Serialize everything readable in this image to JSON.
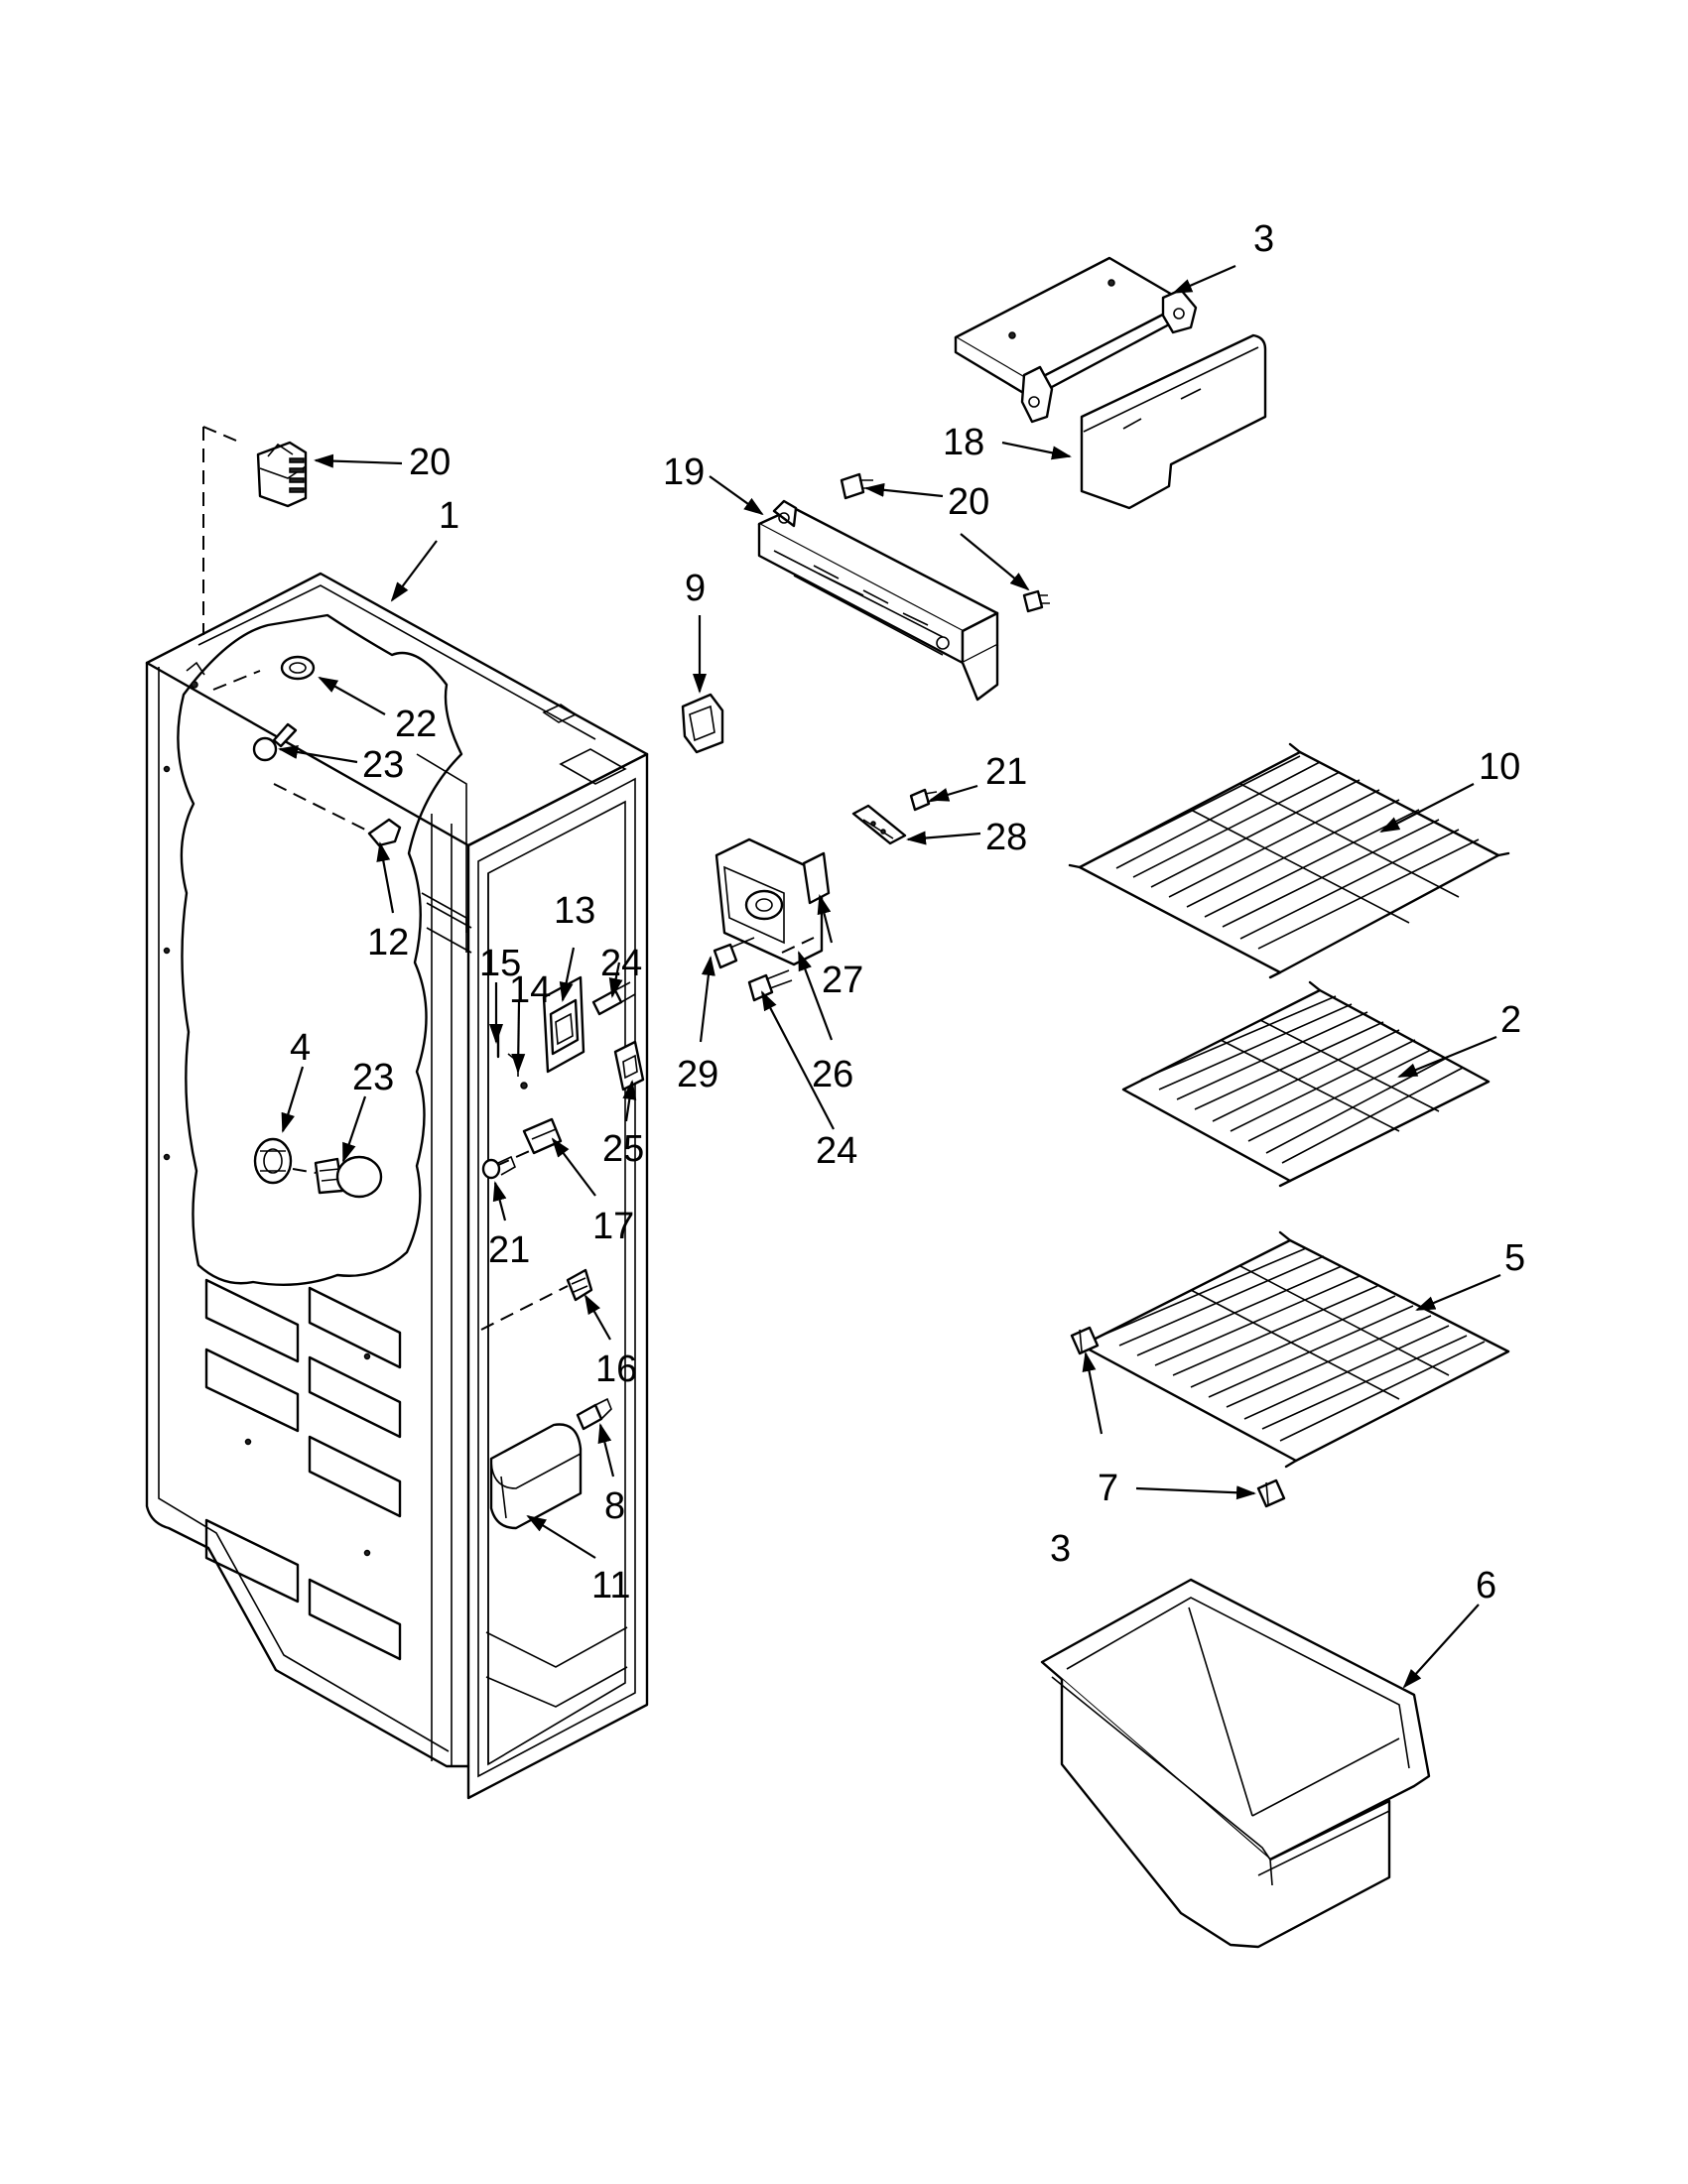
{
  "callouts": [
    {
      "id": "3a",
      "text": "3"
    },
    {
      "id": "18",
      "text": "18"
    },
    {
      "id": "19",
      "text": "19"
    },
    {
      "id": "20a",
      "text": "20"
    },
    {
      "id": "20b",
      "text": "20"
    },
    {
      "id": "1",
      "text": "1"
    },
    {
      "id": "9",
      "text": "9"
    },
    {
      "id": "22",
      "text": "22"
    },
    {
      "id": "23a",
      "text": "23"
    },
    {
      "id": "12",
      "text": "12"
    },
    {
      "id": "21a",
      "text": "21"
    },
    {
      "id": "28",
      "text": "28"
    },
    {
      "id": "10",
      "text": "10"
    },
    {
      "id": "13",
      "text": "13"
    },
    {
      "id": "15",
      "text": "15"
    },
    {
      "id": "14",
      "text": "14"
    },
    {
      "id": "24a",
      "text": "24"
    },
    {
      "id": "27",
      "text": "27"
    },
    {
      "id": "29",
      "text": "29"
    },
    {
      "id": "26",
      "text": "26"
    },
    {
      "id": "2",
      "text": "2"
    },
    {
      "id": "4",
      "text": "4"
    },
    {
      "id": "23b",
      "text": "23"
    },
    {
      "id": "25",
      "text": "25"
    },
    {
      "id": "24b",
      "text": "24"
    },
    {
      "id": "17",
      "text": "17"
    },
    {
      "id": "21b",
      "text": "21"
    },
    {
      "id": "5",
      "text": "5"
    },
    {
      "id": "16",
      "text": "16"
    },
    {
      "id": "8",
      "text": "8"
    },
    {
      "id": "7",
      "text": "7"
    },
    {
      "id": "11",
      "text": "11"
    },
    {
      "id": "3b",
      "text": "3"
    },
    {
      "id": "6",
      "text": "6"
    }
  ]
}
